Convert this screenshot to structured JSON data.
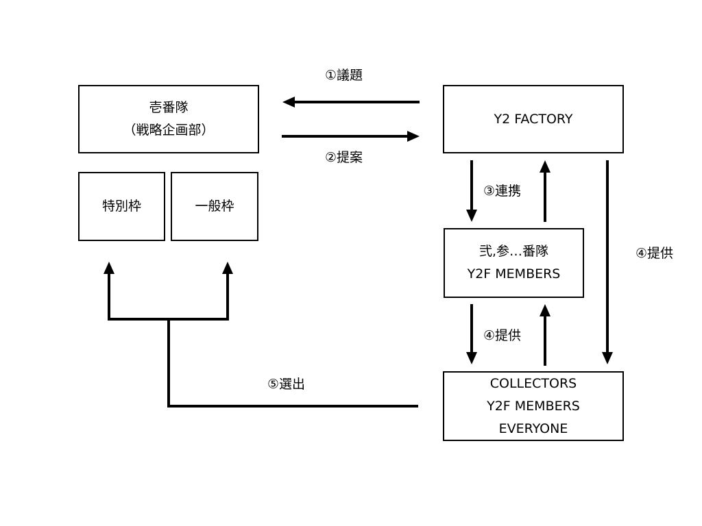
{
  "diagram": {
    "nodes": {
      "ichibantai": {
        "lines": [
          "壱番隊",
          "（戦略企画部）"
        ]
      },
      "tokubetsu_waku": {
        "lines": [
          "特別枠"
        ]
      },
      "ippan_waku": {
        "lines": [
          "一般枠"
        ]
      },
      "y2_factory": {
        "lines": [
          "Y2 FACTORY"
        ]
      },
      "ni_san_bantai": {
        "lines": [
          "弐,参…番隊",
          "Y2F MEMBERS"
        ]
      },
      "collectors": {
        "lines": [
          "COLLECTORS",
          "Y2F MEMBERS",
          "EVERYONE"
        ]
      }
    },
    "edges": [
      {
        "id": "agenda",
        "label": "①議題",
        "from": "y2_factory",
        "to": "ichibantai"
      },
      {
        "id": "proposal",
        "label": "②提案",
        "from": "ichibantai",
        "to": "y2_factory"
      },
      {
        "id": "cooperation",
        "label": "③連携",
        "from": "y2_factory",
        "to": "ni_san_bantai",
        "bidirectional": true
      },
      {
        "id": "provide_members",
        "label": "④提供",
        "from": "ni_san_bantai",
        "to": "collectors",
        "bidirectional": true
      },
      {
        "id": "provide_direct",
        "label": "④提供",
        "from": "y2_factory",
        "to": "collectors"
      },
      {
        "id": "selection",
        "label": "⑤選出",
        "from": "collectors",
        "to": [
          "tokubetsu_waku",
          "ippan_waku"
        ]
      }
    ]
  }
}
